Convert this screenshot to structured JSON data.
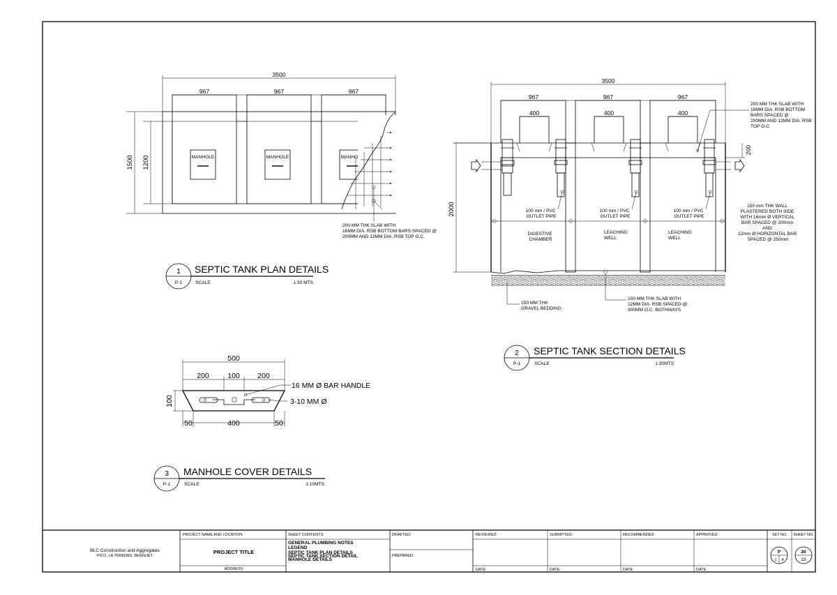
{
  "plan": {
    "dims": {
      "overall": "3500",
      "width": "1500",
      "inner": "1200",
      "bays": [
        "967",
        "967",
        "967"
      ]
    },
    "manhole_labels": [
      "MANHOLE",
      "MANHOLE",
      "MANHOLE"
    ],
    "note": [
      "200 MM THK SLAB WITH",
      "16MM DIA. RSB BOTTOM BARS SPACED @",
      "200MM AND 12MM DIA. RSB TOP O.C."
    ],
    "title": {
      "number": "1",
      "sheet": "P-1",
      "text": "SEPTIC TANK PLAN DETAILS",
      "scale_label": "SCALE",
      "scale": "1:30 MTS"
    }
  },
  "section": {
    "dims": {
      "overall": "3500",
      "bays": [
        "967",
        "967",
        "967"
      ],
      "openings": [
        "400",
        "400",
        "400"
      ],
      "height": "2000",
      "slab": "200"
    },
    "pipe_labels": [
      [
        "100 mm / PVC",
        "OUTLET PIPE"
      ],
      [
        "100 mm / PVC",
        "OUTLET PIPE"
      ],
      [
        "100 mm / PVC",
        "OUTLET PIPE"
      ]
    ],
    "chambers": [
      [
        "DIGESTIVE",
        "CHAMBER"
      ],
      [
        "LEACHING",
        "WELL"
      ],
      [
        "LEACHING",
        "WELL"
      ]
    ],
    "note_slab": [
      "200 MM THK SLAB WITH",
      "16MM DIA. RSB BOTTOM",
      "BARS SPACED @",
      "200MM AND 12MM DIA. RSB",
      "TOP O.C."
    ],
    "note_wall": [
      "150 mm THK WALL",
      "PLASTERED BOTH SIDE",
      "WITH 16mm Ø VERTICAL",
      "BAR SPACED @ 200mm",
      "AND",
      "12mm Ø HORIZONTAL BAR",
      "SPACED @ 250mm"
    ],
    "note_gravel": [
      "150 MM THK",
      "GRAVEL BEDDING"
    ],
    "note_base": [
      "100 MM THK SLAB WITH",
      "12MM DIA. RSB SPACED @",
      "300MM O.C. BOTHWAYS"
    ],
    "title": {
      "number": "2",
      "sheet": "P-1",
      "text": "SEPTIC TANK SECTION DETAILS",
      "scale_label": "SCALE",
      "scale": "1:30MTS"
    }
  },
  "manhole_cover": {
    "dims": {
      "overall": "500",
      "top": [
        "200",
        "100",
        "200"
      ],
      "height": "100",
      "bottom": [
        "50",
        "400",
        "50"
      ]
    },
    "callouts": [
      "16 MM Ø BAR HANDLE",
      "3-10 MM Ø"
    ],
    "title": {
      "number": "3",
      "sheet": "P-1",
      "text": "MANHOLE COVER DETAILS",
      "scale_label": "SCALE",
      "scale": "1:10MTS"
    }
  },
  "title_block": {
    "company": "BLC Construction and Aggregates",
    "company_address": "PICO, LA TRINIDAD, BENGUET",
    "project_label": "PROJECT NAME AND LOCATION:",
    "project_title": "PROJECT TITLE",
    "address_label": "ADDRESS",
    "sheet_contents_label": "SHEET CONTENTS:",
    "sheet_contents": [
      "GENERAL PLUMBING NOTES",
      "LEGEND",
      "SEPTIC TANK PLAN DETAILS",
      "SEPTIC TANK SECTION DETAIL",
      "MANHOLE DETAILS"
    ],
    "drafted_label": "DRAFTED:",
    "prepared_label": "PREPARED:",
    "reviewed_label": "REVIEWED:",
    "submitted_label": "SUBMITTED:",
    "recommended_label": "RECOMMENDED:",
    "approved_label": "APPROVED:",
    "date_label": "DATE:",
    "set_no_label": "SET NO.",
    "sheet_no_label": "SHEET NO.",
    "set_letter": "P",
    "set_index": "1",
    "set_total": "4",
    "sheet_no": "20",
    "sheet_total": "23"
  }
}
